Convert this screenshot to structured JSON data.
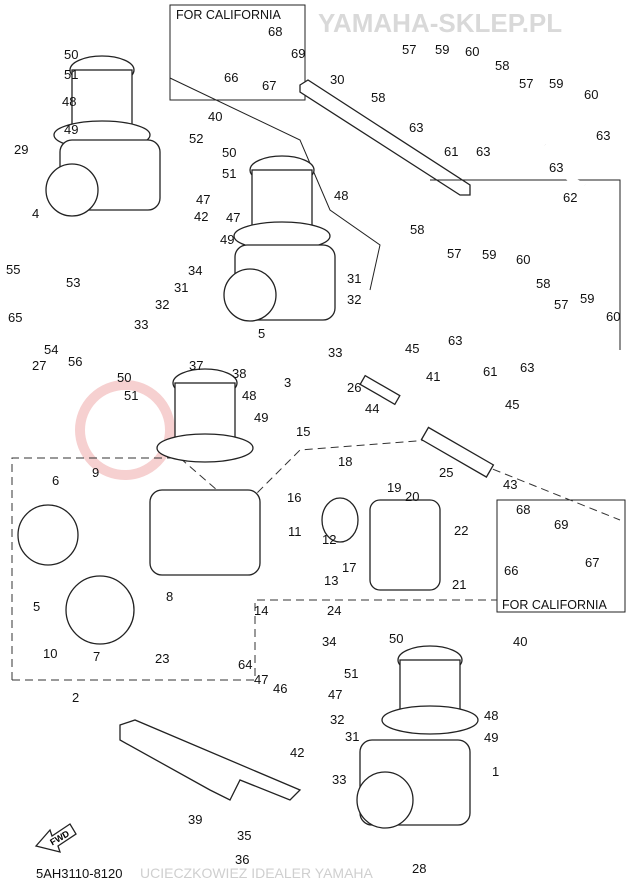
{
  "diagram": {
    "code": "5AH3110-8120",
    "fwd_label": "FWD",
    "california_top": "FOR CALIFORNIA",
    "california_bottom": "FOR CALIFORNIA",
    "watermark": "YAMAHA-SKLEP.PL",
    "watermark_sub": "UCIECZKOWIEZ IDEALER YAMAHA",
    "watermark_color": "#e23b3b",
    "labels": [
      "50",
      "51",
      "48",
      "49",
      "29",
      "4",
      "55",
      "53",
      "65",
      "54",
      "56",
      "27",
      "40",
      "52",
      "50",
      "51",
      "47",
      "42",
      "47",
      "48",
      "49",
      "34",
      "31",
      "32",
      "33",
      "31",
      "32",
      "33",
      "5",
      "3",
      "37",
      "38",
      "50",
      "51",
      "48",
      "49",
      "26",
      "44",
      "41",
      "45",
      "45",
      "15",
      "18",
      "25",
      "43",
      "9",
      "6",
      "19",
      "20",
      "68",
      "69",
      "22",
      "66",
      "67",
      "11",
      "12",
      "68",
      "69",
      "66",
      "67",
      "57",
      "59",
      "60",
      "30",
      "58",
      "58",
      "57",
      "59",
      "60",
      "63",
      "61",
      "63",
      "63",
      "63",
      "62",
      "58",
      "57",
      "59",
      "60",
      "58",
      "57",
      "59",
      "60",
      "63",
      "61",
      "63",
      "16",
      "17",
      "21",
      "14",
      "24",
      "13",
      "8",
      "5",
      "7",
      "10",
      "23",
      "34",
      "50",
      "40",
      "51",
      "64",
      "47",
      "46",
      "47",
      "32",
      "31",
      "42",
      "33",
      "48",
      "49",
      "1",
      "39",
      "35",
      "36",
      "28",
      "2"
    ]
  }
}
